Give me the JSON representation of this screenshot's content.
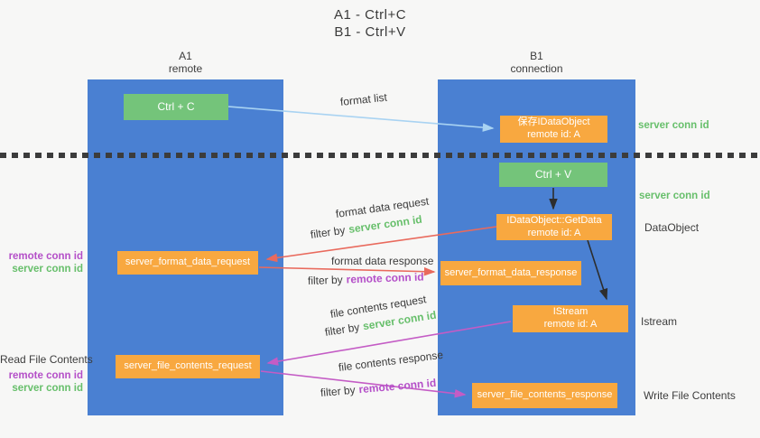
{
  "title": {
    "line1": "A1 - Ctrl+C",
    "line2": "B1 - Ctrl+V"
  },
  "columns": {
    "left": {
      "id": "A1",
      "name": "remote"
    },
    "right": {
      "id": "B1",
      "name": "connection"
    }
  },
  "nodes": {
    "ctrl_c": "Ctrl + C",
    "save_dataobject": {
      "line1": "保存IDataObject",
      "line2": "remote id: A"
    },
    "ctrl_v": "Ctrl + V",
    "getdata": {
      "line1": "IDataObject::GetData",
      "line2": "remote id: A"
    },
    "format_request": "server_format_data_request",
    "format_response": "server_format_data_response",
    "istream": {
      "line1": "IStream",
      "line2": "remote id: A"
    },
    "file_request": "server_file_contents_request",
    "file_response": "server_file_contents_response"
  },
  "edge_labels": {
    "format_list": "format list",
    "format_data_request": "format data request",
    "format_data_response": "format data response",
    "file_contents_request": "file contents request",
    "file_contents_response": "file contents response",
    "filter_by": "filter by",
    "server_conn_id": "server conn id",
    "remote_conn_id": "remote conn id"
  },
  "side_labels": {
    "right_server_conn_id_top": "server conn id",
    "right_server_conn_id_mid": "server conn id",
    "right_dataobject": "DataObject",
    "right_istream": "Istream",
    "right_write_file_contents": "Write File Contents",
    "left_remote_conn_id_top": "remote conn id",
    "left_server_conn_id_top": "server conn id",
    "left_read_file_contents": "Read File Contents",
    "left_remote_conn_id_bottom": "remote conn id",
    "left_server_conn_id_bottom": "server conn id"
  },
  "colors": {
    "panel_blue": "#4a80d2",
    "node_green": "#74c47a",
    "node_orange": "#f8a840",
    "arrow_light_blue": "#a9d3f2",
    "arrow_red": "#e96a5d",
    "arrow_magenta": "#c45cc5",
    "arrow_black": "#2d2d2d",
    "label_green": "#67bf6b",
    "label_purple": "#b44fc8",
    "dotted_line": "#3c3c3c"
  }
}
